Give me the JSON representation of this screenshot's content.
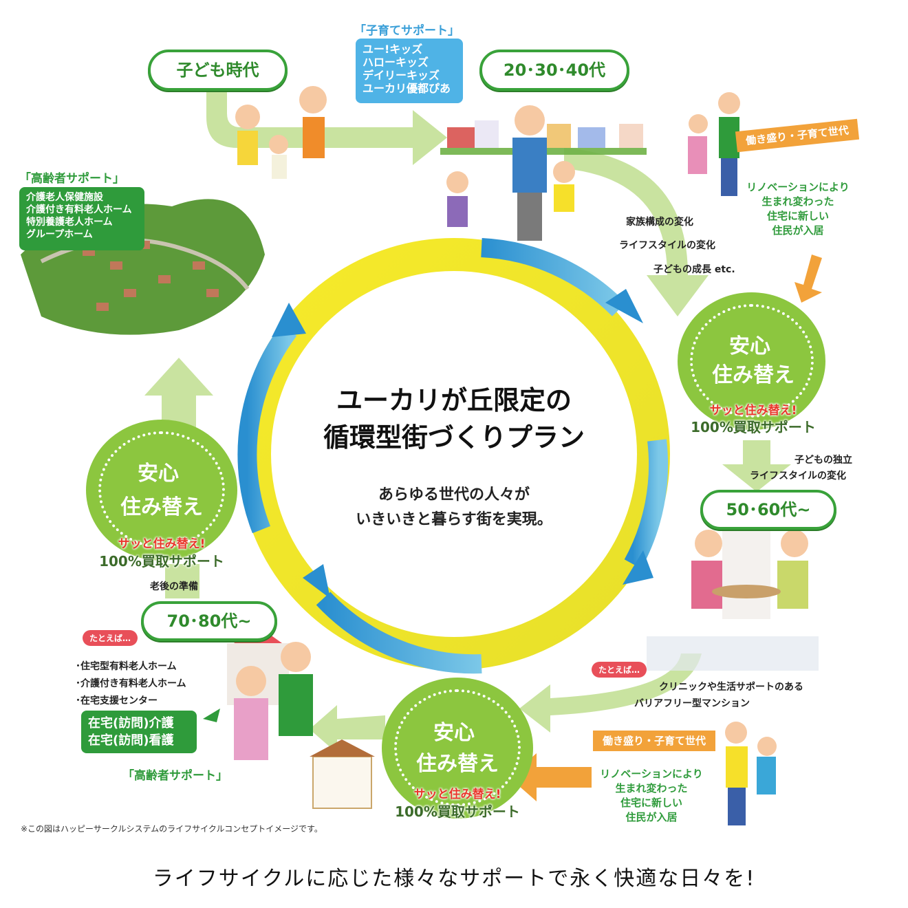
{
  "colors": {
    "green": "#39a23a",
    "light_green": "#c9e3a0",
    "yellow": "#f6ea2a",
    "blue": "#2a8fd0",
    "orange": "#f2a23a",
    "red": "#e9362b",
    "bubble_green": "#8cc63f"
  },
  "center": {
    "title_line1": "ユーカリが丘限定の",
    "title_line2": "循環型街づくりプラン",
    "sub_line1": "あらゆる世代の人々が",
    "sub_line2": "いきいきと暮らす街を実現。"
  },
  "stages": {
    "child": "子ども時代",
    "age_20_40": "20･30･40代",
    "age_50_60": "50･60代~",
    "age_70_80": "70･80代~"
  },
  "child_support": {
    "title": "「子育てサポート」",
    "items": [
      "ユー!キッズ",
      "ハローキッズ",
      "デイリーキッズ",
      "ユーカリ優都ぴあ"
    ]
  },
  "elder_support_top": {
    "title": "「高齢者サポート」",
    "items": [
      "介護老人保健施設",
      "介護付き有料老人ホーム",
      "特別養護老人ホーム",
      "グループホーム"
    ]
  },
  "change_notes": {
    "line1": "家族構成の変化",
    "line2": "ライフスタイルの変化",
    "line3": "子どもの成長 etc."
  },
  "independence_notes": {
    "line1": "子どもの独立",
    "line2": "ライフスタイルの変化"
  },
  "working_tag_top": "働き盛り・子育て世代",
  "working_tag_bottom": "働き盛り・子育て世代",
  "renovation_top": [
    "リノベーションにより",
    "生まれ変わった",
    "住宅に新しい",
    "住民が入居"
  ],
  "renovation_bottom": [
    "リノベーションにより",
    "生まれ変わった",
    "住宅に新しい",
    "住民が入居"
  ],
  "bubble": {
    "line1": "安心",
    "line2": "住み替え",
    "sub1": "サッと住み替え!",
    "sub2": "100%買取サポート"
  },
  "example_label": "たとえば…",
  "mansion_example": {
    "line1": "クリニックや生活サポートのある",
    "line2": "バリアフリー型マンション"
  },
  "aging_prep": "老後の準備",
  "elder_list": [
    "･住宅型有料老人ホーム",
    "･介護付き有料老人ホーム",
    "･在宅支援センター"
  ],
  "home_care": [
    "在宅(訪問)介護",
    "在宅(訪問)看護"
  ],
  "elder_support_bottom_title": "「高齢者サポート」",
  "footnote": "※この図はハッピーサークルシステムのライフサイクルコンセプトイメージです。",
  "tagline": "ライフサイクルに応じた様々なサポートで永く快適な日々を!"
}
